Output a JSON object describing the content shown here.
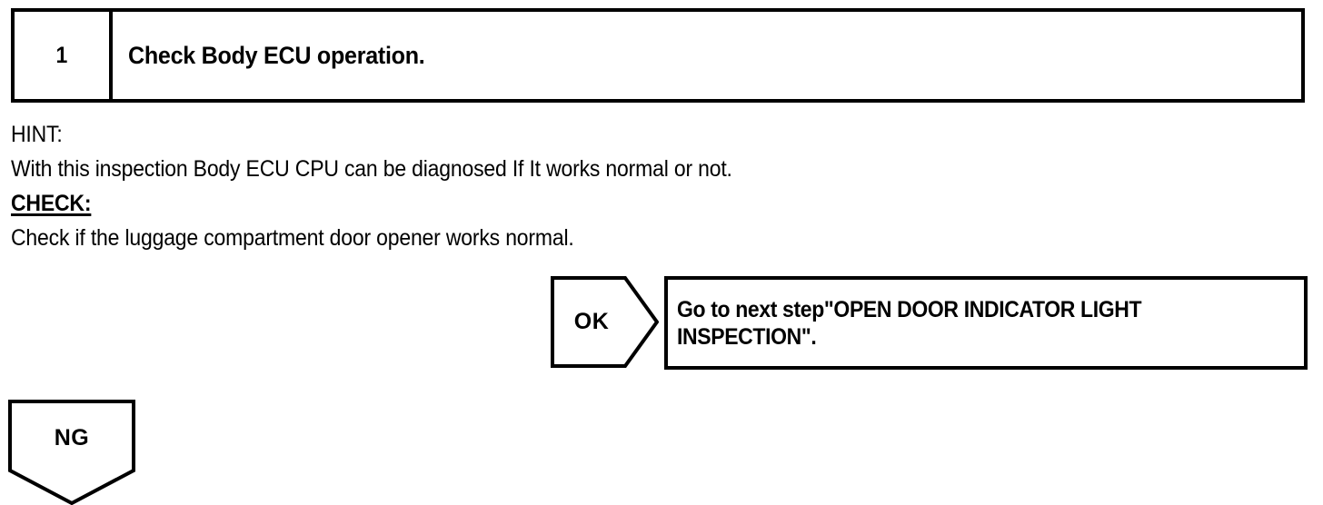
{
  "step": {
    "number": "1",
    "title": "Check Body ECU operation."
  },
  "body": {
    "lines": [
      {
        "text": "HINT:",
        "emphasis": false
      },
      {
        "text": "With this inspection Body ECU CPU can be diagnosed If It works normal or not.",
        "emphasis": false
      },
      {
        "text": "CHECK:",
        "emphasis": true
      },
      {
        "text": "Check if the luggage compartment door opener works normal.",
        "emphasis": false
      }
    ]
  },
  "branches": {
    "ok": {
      "label": "OK",
      "result": "Go to next step\"OPEN DOOR INDICATOR LIGHT\nINSPECTION\"."
    },
    "ng": {
      "label": "NG"
    }
  },
  "colors": {
    "ink": "#000000",
    "paper": "#ffffff"
  }
}
